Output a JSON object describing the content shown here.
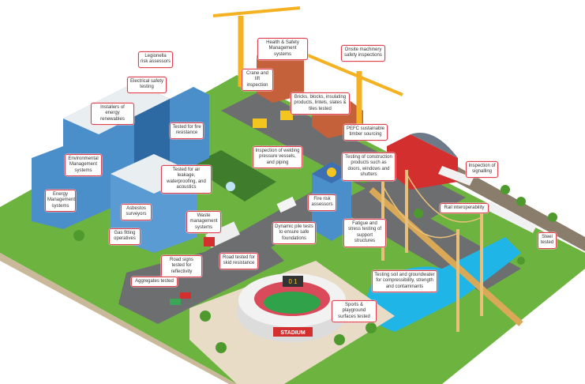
{
  "colors": {
    "callout_border": "#e2414f",
    "grass": "#6db33f",
    "road": "#6d6e70",
    "water": "#1fb5e6",
    "crane": "#f4b223",
    "glass": "#4a8fc9"
  },
  "callouts": [
    {
      "id": "legionella",
      "text": "Legionella risk assessors"
    },
    {
      "id": "electrical",
      "text": "Electrical safety testing"
    },
    {
      "id": "renewables",
      "text": "Installers of energy renewables"
    },
    {
      "id": "fire-resistance",
      "text": "Tested for fire resistance"
    },
    {
      "id": "environmental",
      "text": "Environmental Management systems"
    },
    {
      "id": "energy",
      "text": "Energy Management systems"
    },
    {
      "id": "air-leakage",
      "text": "Tested for air leakage, waterproofing, and acoustics"
    },
    {
      "id": "asbestos",
      "text": "Asbestos surveyors"
    },
    {
      "id": "gas",
      "text": "Gas fitting operatives"
    },
    {
      "id": "waste",
      "text": "Waste management systems"
    },
    {
      "id": "road-signs",
      "text": "Road signs tested for reflectivity"
    },
    {
      "id": "skid",
      "text": "Road tested for skid resistance"
    },
    {
      "id": "aggregates",
      "text": "Aggregates tested"
    },
    {
      "id": "health-safety",
      "text": "Health & Safety Management systems"
    },
    {
      "id": "crane",
      "text": "Crane and lift inspection"
    },
    {
      "id": "onsite",
      "text": "Onsite machinery safety inspections"
    },
    {
      "id": "bricks",
      "text": "Bricks, blocks, insulating products, lintels, slates & tiles tested"
    },
    {
      "id": "pefc",
      "text": "PEFC sustainable timber sourcing"
    },
    {
      "id": "welding",
      "text": "Inspection of welding pressure vessels, and piping"
    },
    {
      "id": "construction-products",
      "text": "Testing of construction products such as doors, windows and shutters"
    },
    {
      "id": "signalling",
      "text": "Inspection of signalling"
    },
    {
      "id": "fire-risk",
      "text": "Fire risk assessors"
    },
    {
      "id": "rail",
      "text": "Rail interoperability"
    },
    {
      "id": "pile",
      "text": "Dynamic pile tests to ensure safe foundations"
    },
    {
      "id": "fatigue",
      "text": "Fatigue and stress testing of support structures"
    },
    {
      "id": "steel",
      "text": "Steel tested"
    },
    {
      "id": "soil",
      "text": "Testing soil and groundwater for compressibility, strength and contaminants"
    },
    {
      "id": "sports",
      "text": "Sports & playground surfaces tested"
    }
  ],
  "stadium": {
    "sign": "STADIUM",
    "score": "0 1"
  }
}
